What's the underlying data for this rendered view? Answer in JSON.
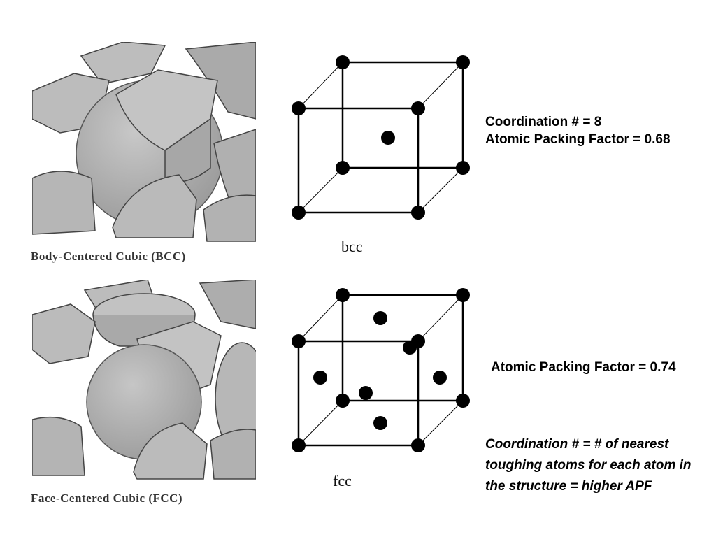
{
  "bcc": {
    "caption": "Body-Centered Cubic (BCC)",
    "lattice_label": "bcc",
    "coordination": "Coordination # = 8",
    "apf": "Atomic Packing Factor = 0.68"
  },
  "fcc": {
    "caption": "Face-Centered Cubic (FCC)",
    "lattice_label": "fcc",
    "apf": "Atomic Packing Factor = 0.74"
  },
  "note": "Coordination # = # of nearest toughing atoms for each atom in the structure = higher APF",
  "colors": {
    "atom_fill": "#b3b3b3",
    "atom_stroke": "#4a4a4a",
    "lattice": "#000000"
  }
}
